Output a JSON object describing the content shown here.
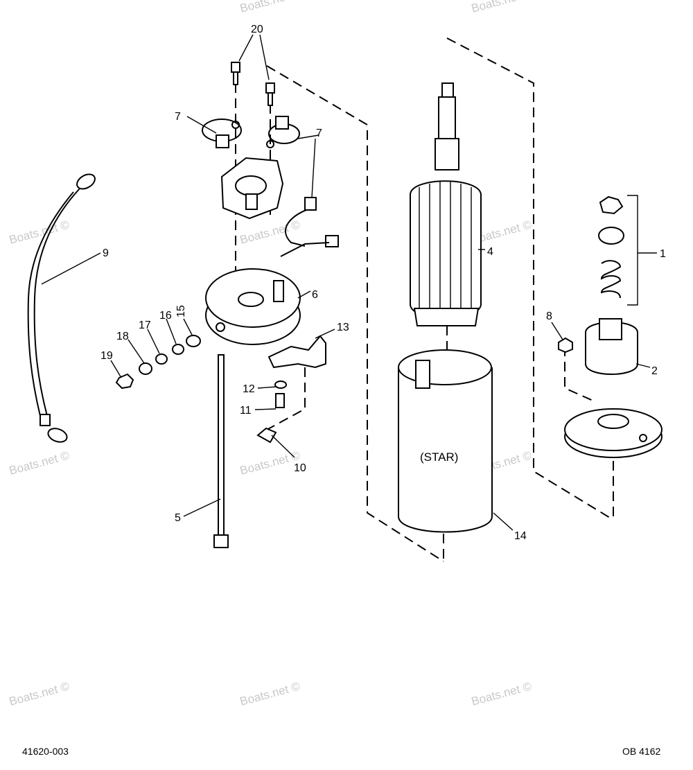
{
  "diagram": {
    "callouts": [
      "1",
      "2",
      "4",
      "5",
      "6",
      "7",
      "7",
      "8",
      "9",
      "10",
      "11",
      "12",
      "13",
      "14",
      "15",
      "16",
      "17",
      "18",
      "19",
      "20"
    ],
    "inner_text": "(STAR)",
    "watermark": "Boats.net ©",
    "footer_left": "41620-003",
    "footer_right": "OB 4162"
  }
}
